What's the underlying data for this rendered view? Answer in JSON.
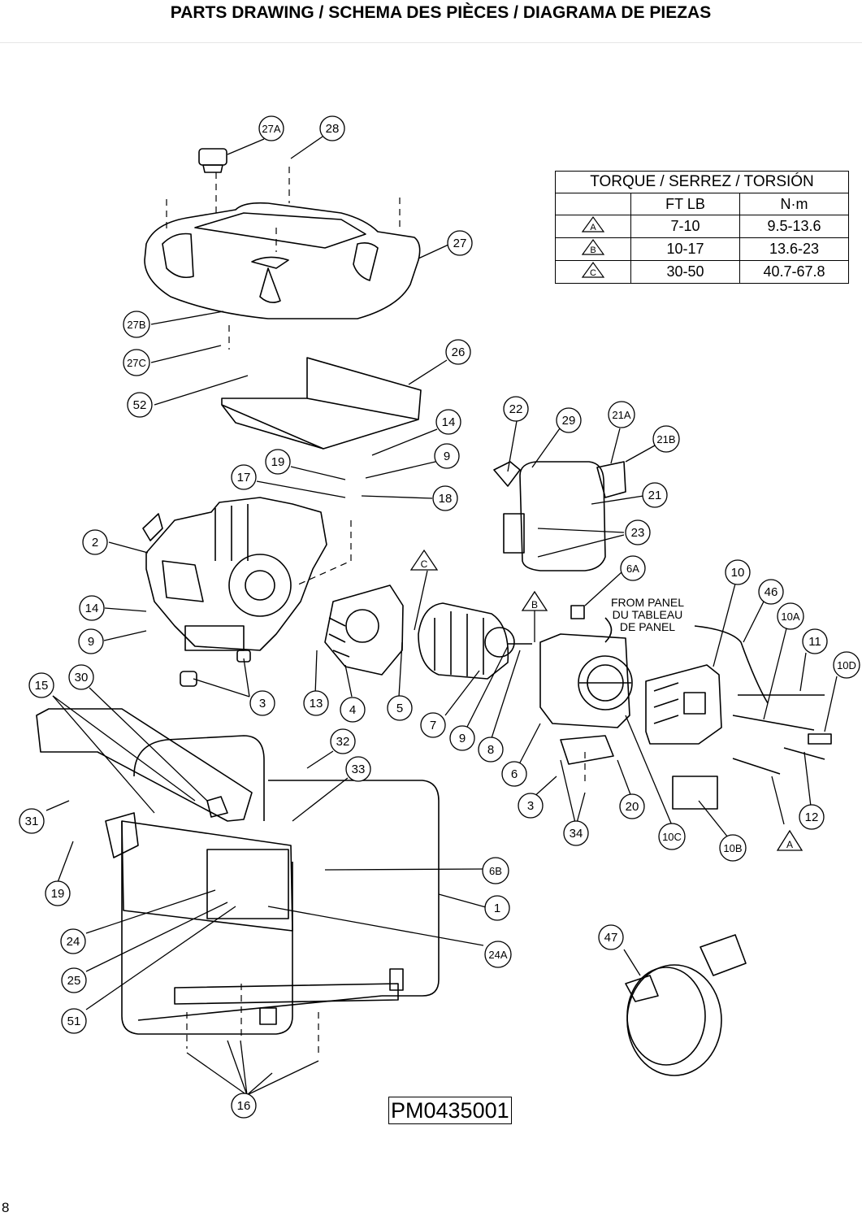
{
  "header": {
    "title": "PARTS DRAWING / SCHEMA DES PIÈCES / DIAGRAMA DE PIEZAS"
  },
  "page_number": "8",
  "drawing_id": "PM0435001",
  "panel_note": {
    "line1": "FROM PANEL",
    "line2": "DU TABLEAU",
    "line3": "DE PANEL"
  },
  "torque_table": {
    "title": "TORQUE / SERREZ / TORSIÓN",
    "col_ftlb": "FT LB",
    "col_nm": "N·m",
    "rows": [
      {
        "key": "A",
        "ftlb": "7-10",
        "nm": "9.5-13.6"
      },
      {
        "key": "B",
        "ftlb": "10-17",
        "nm": "13.6-23"
      },
      {
        "key": "C",
        "ftlb": "30-50",
        "nm": "40.7-67.8"
      }
    ]
  },
  "torque_markers": [
    "C",
    "B",
    "A"
  ],
  "callouts": [
    "27A",
    "28",
    "27",
    "27B",
    "27C",
    "52",
    "26",
    "14",
    "9",
    "19",
    "17",
    "18",
    "22",
    "29",
    "21A",
    "21B",
    "21",
    "23",
    "2",
    "14",
    "9",
    "3",
    "13",
    "4",
    "5",
    "7",
    "9",
    "8",
    "6A",
    "10",
    "46",
    "10A",
    "11",
    "10D",
    "6",
    "3",
    "20",
    "34",
    "10C",
    "10B",
    "12",
    "15",
    "30",
    "31",
    "19",
    "32",
    "33",
    "6B",
    "1",
    "24",
    "24A",
    "25",
    "51",
    "47",
    "16"
  ]
}
